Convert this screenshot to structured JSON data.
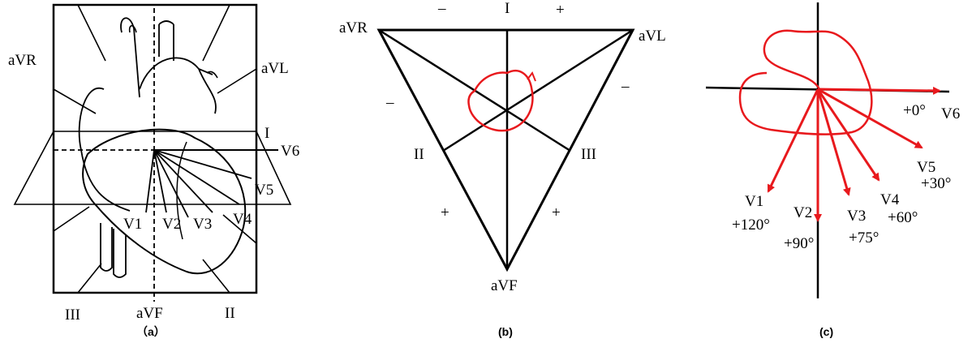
{
  "panel_a": {
    "caption": "（a）",
    "labels": {
      "avr": "aVR",
      "avl": "aVL",
      "i": "I",
      "v6": "V6",
      "v5": "V5",
      "v4": "V4",
      "v1": "V1",
      "v2": "V2",
      "v3": "V3",
      "iii": "III",
      "avf": "aVF",
      "ii": "II"
    }
  },
  "panel_b": {
    "caption": "(b)",
    "labels": {
      "avr": "aVR",
      "avl": "aVL",
      "i": "I",
      "ii": "II",
      "iii": "III",
      "avf": "aVF"
    },
    "signs": {
      "minus": "–",
      "plus": "+"
    }
  },
  "panel_c": {
    "caption": "(c)",
    "labels": {
      "v6": "V6",
      "v6_angle": "+0°",
      "v5": "V5",
      "v5_angle": "+30°",
      "v4": "V4",
      "v4_angle": "+60°",
      "v3": "V3",
      "v3_angle": "+75°",
      "v2": "V2",
      "v2_angle": "+90°",
      "v1": "V1",
      "v1_angle": "+120°"
    }
  },
  "colors": {
    "line": "#000000",
    "loop": "#e8191d"
  }
}
